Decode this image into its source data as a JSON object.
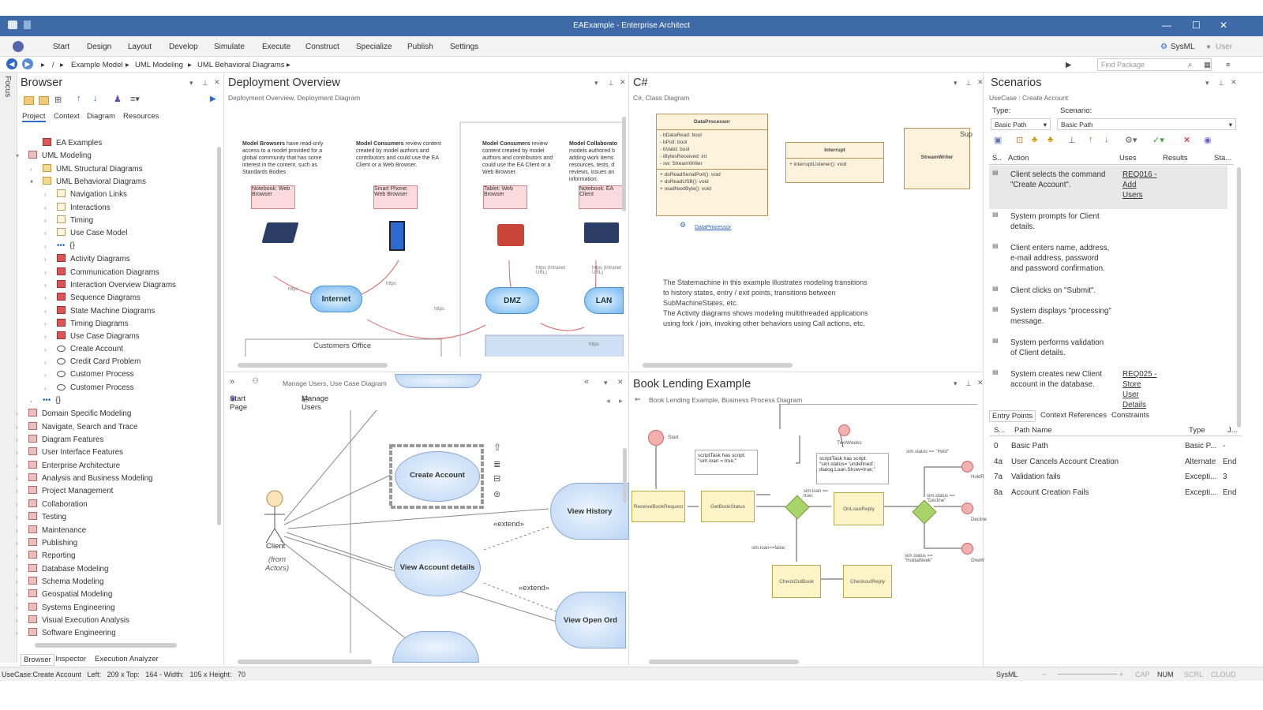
{
  "window": {
    "title": "EAExample - Enterprise Architect"
  },
  "menu": [
    "Start",
    "Design",
    "Layout",
    "Develop",
    "Simulate",
    "Execute",
    "Construct",
    "Specialize",
    "Publish",
    "Settings"
  ],
  "menu_right": {
    "sysml": "SysML",
    "user": "User"
  },
  "breadcrumb": [
    "/",
    "Example Model",
    "UML Modeling",
    "UML Behavioral Diagrams"
  ],
  "find_placeholder": "Find Package",
  "focus_label": "Focus",
  "browser": {
    "title": "Browser",
    "tabs": [
      "Project",
      "Context",
      "Diagram",
      "Resources"
    ],
    "items": [
      {
        "label": "EA Examples",
        "icon": "dg",
        "indent": 0
      },
      {
        "label": "UML Modeling",
        "icon": "mdl",
        "indent": -1
      },
      {
        "label": "UML Structural Diagrams",
        "icon": "pkg",
        "indent": 1
      },
      {
        "label": "UML Behavioral Diagrams",
        "icon": "pkg",
        "indent": 1
      },
      {
        "label": "Navigation Links",
        "icon": "fld",
        "indent": 2
      },
      {
        "label": "Interactions",
        "icon": "fld",
        "indent": 2
      },
      {
        "label": "Timing",
        "icon": "fld",
        "indent": 2
      },
      {
        "label": "Use Case Model",
        "icon": "fld",
        "indent": 2
      },
      {
        "label": "{}",
        "icon": "dots",
        "indent": 2
      },
      {
        "label": "Activity Diagrams",
        "icon": "dg",
        "indent": 2
      },
      {
        "label": "Communication Diagrams",
        "icon": "dg",
        "indent": 2
      },
      {
        "label": "Interaction Overview Diagrams",
        "icon": "dg",
        "indent": 2
      },
      {
        "label": "Sequence Diagrams",
        "icon": "dg",
        "indent": 2
      },
      {
        "label": "State Machine Diagrams",
        "icon": "dg",
        "indent": 2
      },
      {
        "label": "Timing Diagrams",
        "icon": "dg",
        "indent": 2
      },
      {
        "label": "Use Case Diagrams",
        "icon": "dg",
        "indent": 2
      },
      {
        "label": "Create Account",
        "icon": "uc",
        "indent": 2
      },
      {
        "label": "Credit Card Problem",
        "icon": "uc",
        "indent": 2
      },
      {
        "label": "Customer Process",
        "icon": "uc",
        "indent": 2
      },
      {
        "label": "Customer Process",
        "icon": "uc",
        "indent": 2
      },
      {
        "label": "{}",
        "icon": "dots",
        "indent": 1
      },
      {
        "label": "Domain Specific Modeling",
        "icon": "mdl",
        "indent": -1
      },
      {
        "label": "Navigate, Search and Trace",
        "icon": "mdl",
        "indent": -1
      },
      {
        "label": "Diagram Features",
        "icon": "mdl",
        "indent": -1
      },
      {
        "label": "User Interface Features",
        "icon": "mdl",
        "indent": -1
      },
      {
        "label": "Enterprise Architecture",
        "icon": "mdl",
        "indent": -1
      },
      {
        "label": "Analysis and Business Modeling",
        "icon": "mdl",
        "indent": -1
      },
      {
        "label": "Project Management",
        "icon": "mdl",
        "indent": -1
      },
      {
        "label": "Collaboration",
        "icon": "mdl",
        "indent": -1
      },
      {
        "label": "Testing",
        "icon": "mdl",
        "indent": -1
      },
      {
        "label": "Maintenance",
        "icon": "mdl",
        "indent": -1
      },
      {
        "label": "Publishing",
        "icon": "mdl",
        "indent": -1
      },
      {
        "label": "Reporting",
        "icon": "mdl",
        "indent": -1
      },
      {
        "label": "Database Modeling",
        "icon": "mdl",
        "indent": -1
      },
      {
        "label": "Schema Modeling",
        "icon": "mdl",
        "indent": -1
      },
      {
        "label": "Geospatial Modeling",
        "icon": "mdl",
        "indent": -1
      },
      {
        "label": "Systems Engineering",
        "icon": "mdl",
        "indent": -1
      },
      {
        "label": "Visual Execution Analysis",
        "icon": "mdl",
        "indent": -1
      },
      {
        "label": "Software Engineering",
        "icon": "mdl",
        "indent": -1
      }
    ],
    "bottom_tabs": [
      "Browser",
      "Inspector",
      "Execution Analyzer"
    ]
  },
  "deployment": {
    "title": "Deployment Overview",
    "subtitle": "Deployment Overview,  Deployment Diagram",
    "texts": [
      {
        "h": "Model Browsers",
        "t": "have read-only access to a model provided for a global community that has some interest in the content, such as Standards Bodies"
      },
      {
        "h": "Model Consumers",
        "t": "review content created by model authors and contributors and could use the EA Client or a Web Browser."
      },
      {
        "h": "Model Consumers",
        "t": "review content created by model authors and contributors and could use the EA Client or a Web Browser."
      },
      {
        "h": "Model Collaborato",
        "t": "models authored b adding work items resources, tests, d reviews, issues an information."
      }
    ],
    "devices": [
      "Notebook: Web Browser",
      "Smart Phone: Web Browser",
      "Tablet: Web Browser",
      "Notebook: EA Client"
    ],
    "clouds": [
      "Internet",
      "DMZ",
      "LAN"
    ],
    "edge_labels": [
      "https",
      "https",
      "https",
      "https (Intranet URL)",
      "https (Intranet URL)",
      "https"
    ],
    "office": "Customers Office"
  },
  "csharp": {
    "title": "C#",
    "subtitle": "C#,  Class Diagram",
    "dataprocessor": {
      "name": "DataProcessor",
      "attrs": [
        "bDataRead: bool",
        "bPoll: bool",
        "bValid: bool",
        "iBytesReceived: int",
        "sw: StreamWriter"
      ],
      "ops": [
        "doReadSerialPort(): void",
        "doReadUSB(): void",
        "readNextByte(): void"
      ]
    },
    "interrupt": {
      "name": "Interrupt",
      "ops": [
        "interruptListener(): void"
      ]
    },
    "streamwriter": "StreamWriter",
    "sup": "Sup",
    "link": "DataProcessor",
    "note": "The Statemachine in this example illustrates modeling transitions to history states, entry / exit points,  transitions between SubMachineStates, etc.\nThe Activity diagrams shows modeling multithreaded applications using fork / join, invoking other behaviors using Call actions, etc."
  },
  "scenarios": {
    "title": "Scenarios",
    "subtitle": "UseCase : Create Account",
    "type_label": "Type:",
    "type_value": "Basic Path",
    "scenario_label": "Scenario:",
    "scenario_value": "Basic Path",
    "cols": [
      "S..",
      "Action",
      "Uses",
      "Results",
      "Sta..."
    ],
    "steps": [
      {
        "action": "Client selects the command \"Create Account\".",
        "uses": "REQ016 - Add Users"
      },
      {
        "action": "System prompts for Client details.",
        "uses": ""
      },
      {
        "action": "Client enters name, address, e-mail address, password and password confirmation.",
        "uses": ""
      },
      {
        "action": "Client clicks on \"Submit\".",
        "uses": ""
      },
      {
        "action": "System displays \"processing\" message.",
        "uses": ""
      },
      {
        "action": "System performs validation of Client details.",
        "uses": ""
      },
      {
        "action": "System creates new Client account in the database.",
        "uses": "REQ025 - Store User Details"
      }
    ],
    "lower_tabs": [
      "Entry Points",
      "Context References",
      "Constraints"
    ],
    "path_cols": [
      "S...",
      "Path Name",
      "Type",
      "J..."
    ],
    "paths": [
      {
        "s": "0",
        "name": "Basic Path",
        "type": "Basic P...",
        "j": "-"
      },
      {
        "s": "4a",
        "name": "User Cancels Account Creation",
        "type": "Alternate",
        "j": "End"
      },
      {
        "s": "7a",
        "name": "Validation fails",
        "type": "Excepti...",
        "j": "3"
      },
      {
        "s": "8a",
        "name": "Account Creation Fails",
        "type": "Excepti...",
        "j": "End"
      }
    ]
  },
  "manageusers": {
    "subtitle": "Manage Users,  Use Case Diagram",
    "tabs": [
      "Start Page",
      "Manage Users"
    ],
    "usecases": [
      "Create Account",
      "View History",
      "View Account details",
      "View Open Ord"
    ],
    "actor": "Client",
    "actor_note": "(from Actors)",
    "extend": "«extend»"
  },
  "booklending": {
    "title": "Book Lending Example",
    "subtitle": "Book Lending Example,  Business Process Diagram",
    "start": "Start",
    "acts": [
      "ReceiveBookRequest",
      "GetBookStatus",
      "OnLoanReply",
      "CheckOutBook",
      "CheckoutReply"
    ],
    "notes": [
      "scriptTask has script: \"sim.loan = true;\"",
      "scriptTask has script: \"sim.status= 'undefined'; dialog.Loan.Show=true;\""
    ],
    "events": [
      "TwoWeeks",
      "HoldR",
      "Decline",
      "OneW"
    ],
    "labels": [
      "sim.status == \"Hold\"",
      "sim.loan == true;",
      "sim.loan==false;",
      "sim.status == \"Decline\"",
      "sim.status == \"HoldaWeek\""
    ]
  },
  "status": {
    "left": "UseCase:Create Account   Left:   209 x Top:   164 - Width:   105 x Height:   70",
    "right": [
      "SysML",
      "CAP",
      "NUM",
      "SCRL",
      "CLOUD"
    ]
  }
}
